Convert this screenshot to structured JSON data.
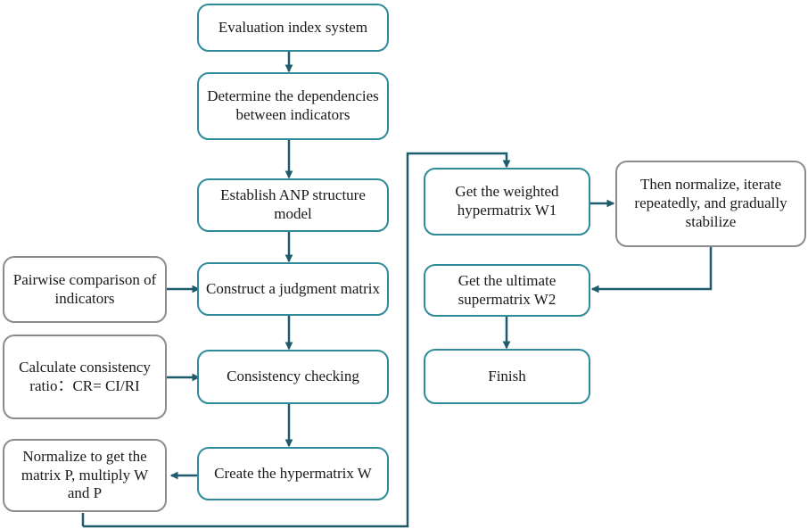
{
  "colors": {
    "process_border": "#2e8b9a",
    "input_border": "#8c8c8c",
    "arrow": "#1f5c6b"
  },
  "nodes": {
    "evaluation_index_system": "Evaluation index system",
    "determine_dependencies": "Determine the dependencies between indicators",
    "establish_anp_model": "Establish ANP structure model",
    "construct_judgment_matrix": "Construct a judgment matrix",
    "consistency_checking": "Consistency checking",
    "create_hypermatrix": "Create the hypermatrix W",
    "pairwise_comparison": "Pairwise comparison of indicators",
    "calculate_consistency_ratio": "Calculate consistency ratio：CR= CI/RI",
    "normalize_matrix_p": "Normalize to get the matrix P, multiply W and P",
    "weighted_hypermatrix": "Get the weighted hypermatrix W1",
    "normalize_iterate": "Then normalize, iterate repeatedly, and gradually stabilize",
    "ultimate_supermatrix": "Get the ultimate supermatrix W2",
    "finish": "Finish"
  }
}
